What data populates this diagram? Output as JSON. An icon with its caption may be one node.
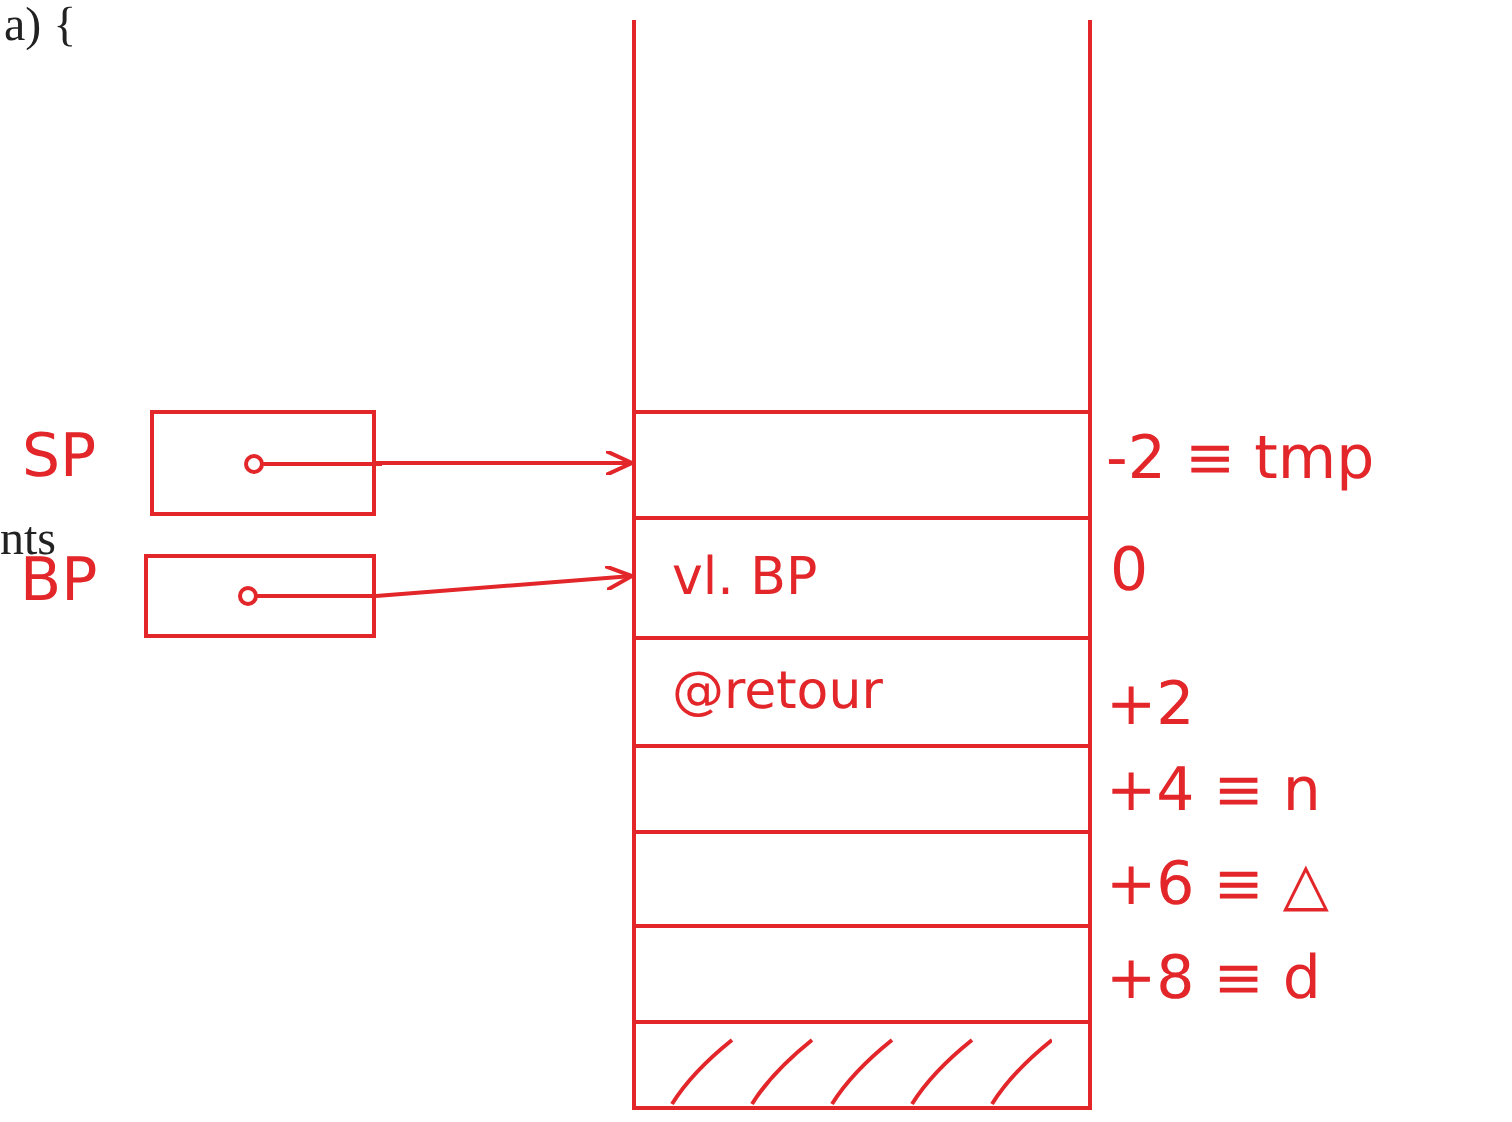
{
  "diagram": {
    "nodes": [
      {
        "text": [],
        "shape": "box"
      },
      {
        "text": [],
        "shape": "box",
        "in": 0
      },
      {
        "text": [
          "vl. BP"
        ],
        "in": 0
      },
      {
        "text": [
          "@retour"
        ],
        "in": 0
      },
      {
        "text": [],
        "shape": "box",
        "in": 0
      },
      {
        "text": [],
        "shape": "box",
        "in": 0
      },
      {
        "text": [],
        "shape": "box",
        "in": 0
      },
      {
        "text": [],
        "shape": "bar",
        "in": 0
      },
      {
        "text": [],
        "shape": "box",
        "beside": [
          "SP"
        ]
      },
      {
        "text": [],
        "shape": "box",
        "beside": [
          "BP"
        ]
      }
    ],
    "edges": [
      {
        "from": 8,
        "to": 1,
        "arrow": "to"
      },
      {
        "from": 9,
        "to": 2,
        "arrow": "to"
      }
    ],
    "labels": [
      "a) {",
      "nts",
      "-2 ≡ tmp",
      "0",
      "+2",
      "+4 ≡ n",
      "+6 ≡ △",
      "+8 ≡ d"
    ]
  }
}
